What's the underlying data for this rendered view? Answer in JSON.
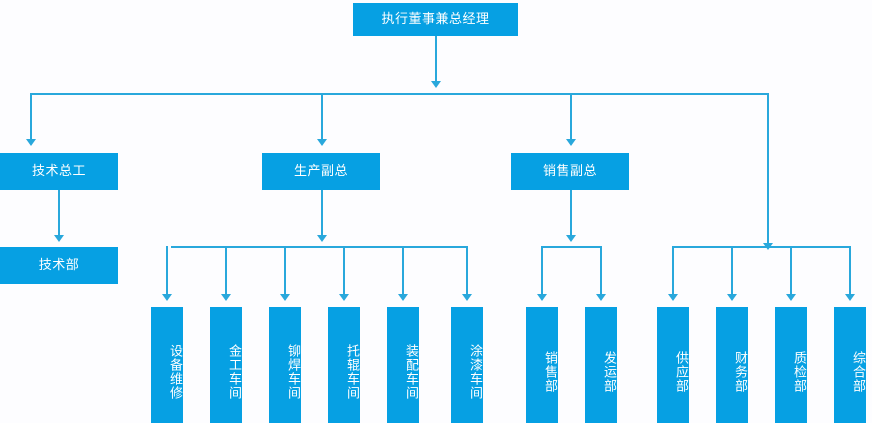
{
  "chart": {
    "title": "执行董事兼总经理",
    "type": "org-chart",
    "accent_color": "#06a0e3",
    "line_color": "#29a8dc",
    "background_color": "#fdfdff",
    "text_color": "#ffffff"
  },
  "root": {
    "label": "执行董事兼总经理"
  },
  "level2": [
    {
      "label": "技术总工"
    },
    {
      "label": "生产副总"
    },
    {
      "label": "销售副总"
    }
  ],
  "tech": {
    "department": "技术部"
  },
  "production": [
    {
      "label": "设备维修"
    },
    {
      "label": "金工车间"
    },
    {
      "label": "铆焊车间"
    },
    {
      "label": "托辊车间"
    },
    {
      "label": "装配车间"
    },
    {
      "label": "涂漆车间"
    }
  ],
  "sales": [
    {
      "label": "销售部"
    },
    {
      "label": "发运部"
    }
  ],
  "admin": [
    {
      "label": "供应部"
    },
    {
      "label": "财务部"
    },
    {
      "label": "质检部"
    },
    {
      "label": "综合部"
    }
  ]
}
